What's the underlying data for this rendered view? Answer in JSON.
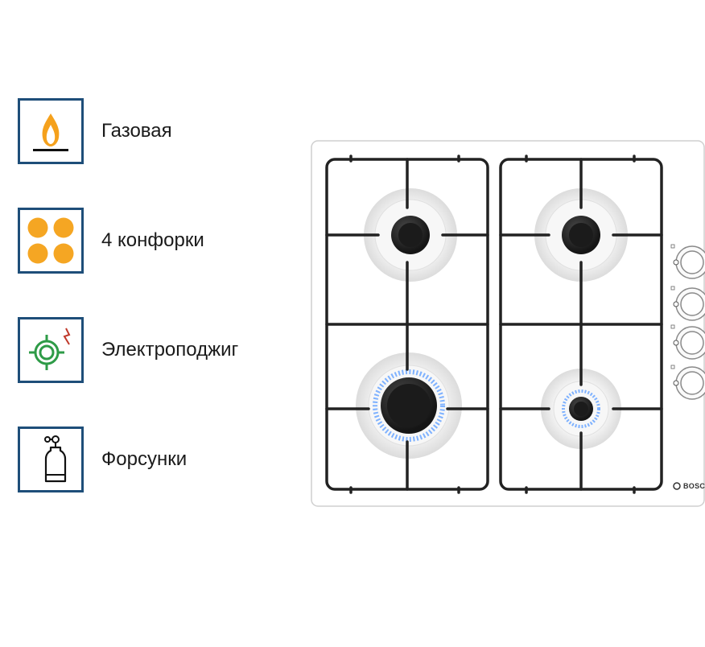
{
  "features": [
    {
      "label": "Газовая",
      "icon": "gas-flame-icon"
    },
    {
      "label": "4 конфорки",
      "icon": "four-burners-icon"
    },
    {
      "label": "Электроподжиг",
      "icon": "electric-ignition-icon"
    },
    {
      "label": "Форсунки",
      "icon": "gas-cylinder-icon"
    }
  ],
  "product": {
    "brand": "BOSCH"
  },
  "colors": {
    "icon_border": "#1e4e79",
    "flame_orange": "#f5a11c",
    "burner_orange": "#f5a623",
    "ignition_green": "#2e9b47",
    "ignition_spark": "#c0392b",
    "grate": "#222222"
  }
}
